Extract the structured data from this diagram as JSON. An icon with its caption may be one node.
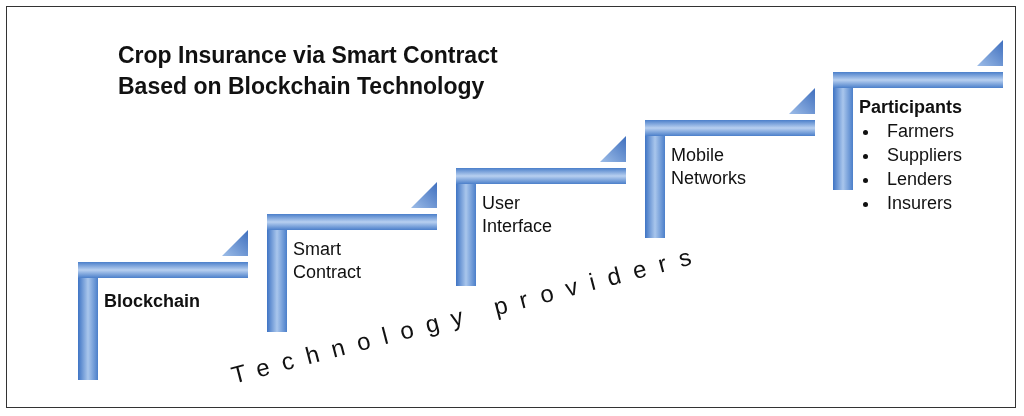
{
  "diagram": {
    "title": "Crop Insurance via Smart Contract Based on Blockchain Technology",
    "nodes": [
      {
        "text": [
          "Blockchain"
        ]
      },
      {
        "text": [
          "Smart Contract"
        ]
      },
      {
        "text": [
          "User Interface"
        ]
      },
      {
        "text": [
          "Mobile Networks"
        ]
      },
      {
        "text": [
          "Participants",
          "Farmers",
          "Suppliers",
          "Lenders",
          "Insurers"
        ]
      }
    ],
    "labels": [
      "Technology providers"
    ]
  }
}
